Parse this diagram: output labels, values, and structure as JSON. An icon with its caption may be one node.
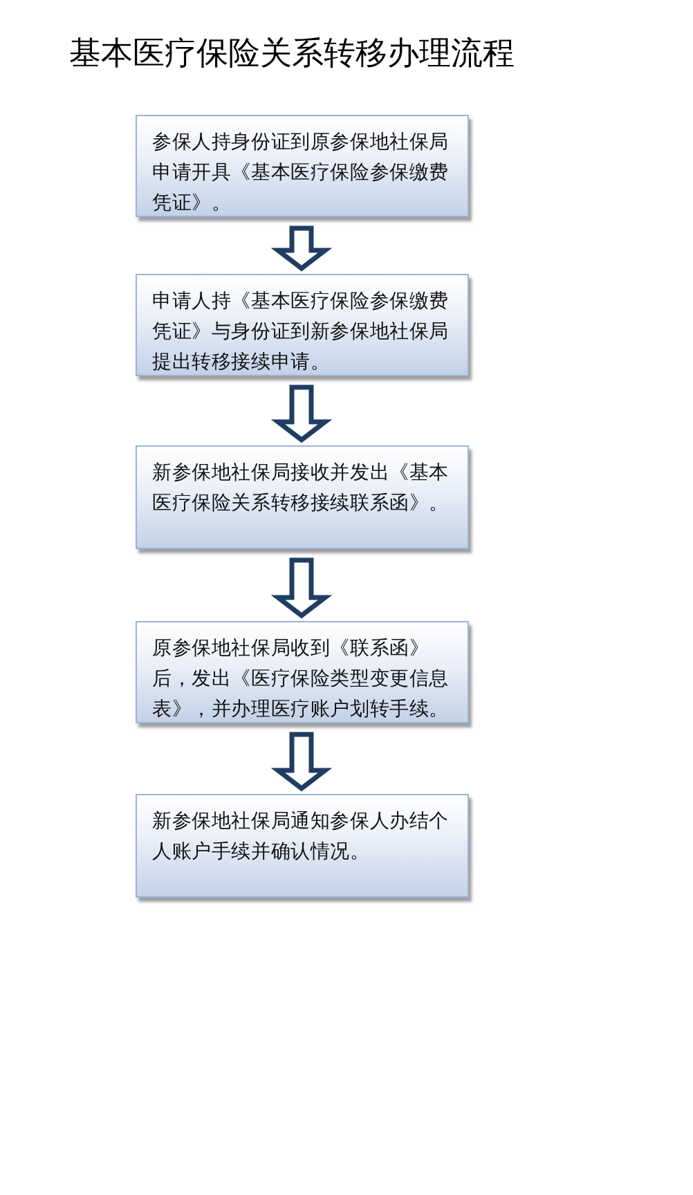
{
  "diagram": {
    "title": "基本医疗保险关系转移办理流程",
    "nodes": [
      {
        "text": [
          "参保人持身份证到原参保地社保局申请开具《基本医疗保险参保缴费凭证》。"
        ]
      },
      {
        "text": [
          "申请人持《基本医疗保险参保缴费凭证》与身份证到新参保地社保局提出转移接续申请。"
        ]
      },
      {
        "text": [
          "新参保地社保局接收并发出《基本医疗保险关系转移接续联系函》。"
        ]
      },
      {
        "text": [
          "原参保地社保局收到《联系函》后，发出《医疗保险类型变更信息表》，并办理医疗账户划转手续。"
        ]
      },
      {
        "text": [
          "新参保地社保局通知参保人办结个人账户手续并确认情况。"
        ]
      }
    ],
    "edges": [
      {
        "from": 0,
        "to": 1,
        "arrow": "to"
      },
      {
        "from": 1,
        "to": 2,
        "arrow": "to"
      },
      {
        "from": 2,
        "to": 3,
        "arrow": "to"
      },
      {
        "from": 3,
        "to": 4,
        "arrow": "to"
      }
    ]
  }
}
